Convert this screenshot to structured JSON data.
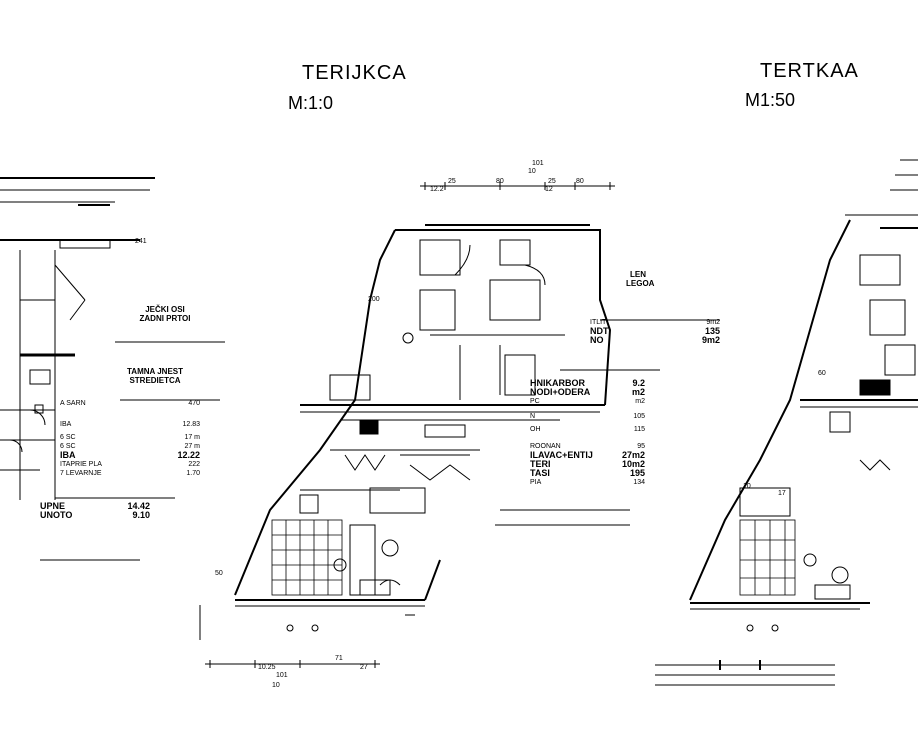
{
  "drawing": {
    "middle_title": "TERIJKCA",
    "middle_subtitle": "M:1:0",
    "right_title": "TERTKAA",
    "right_subtitle": "M1:50"
  },
  "left_table": {
    "heading1": "JEČKI OSI",
    "heading2": "ZADNI PRTOI",
    "heading3": "TAMNA JNEST",
    "heading4": "STREDIETCA",
    "rows": [
      {
        "label": "A  SARN",
        "value": "470"
      },
      {
        "label": "IBA",
        "value": "12.83"
      },
      {
        "label": "6  SC",
        "value": "17 m"
      },
      {
        "label": "6  SC",
        "value": "27 m"
      },
      {
        "label": "IBA",
        "value": "12.22"
      },
      {
        "label": "ITAPRIE PLA",
        "value": "222"
      },
      {
        "label": "7  LEVARNJE",
        "value": "1.70"
      }
    ],
    "total1_label": "UPNE",
    "total1_value": "14.42",
    "total2_label": "UNOTO",
    "total2_value": "9.10"
  },
  "right_table": {
    "heading1": "LEN",
    "heading2": "LEGOA",
    "rows": [
      {
        "label": "ITLIT",
        "value": "9m2"
      },
      {
        "label": "NDT",
        "value": "135"
      },
      {
        "label": "NO",
        "value": "9m2"
      },
      {
        "label": "HNIKARBOR",
        "value": "9.2"
      },
      {
        "label": "NODI+ODERA",
        "value": "m2"
      },
      {
        "label": "PC",
        "value": "m2"
      },
      {
        "label": "N",
        "value": "105"
      },
      {
        "label": "OH",
        "value": "115"
      },
      {
        "label": "ROONAN",
        "value": "95"
      },
      {
        "label": "ILAVAC+ENTIJ",
        "value": "27m2"
      },
      {
        "label": "TERI",
        "value": "10m2"
      },
      {
        "label": "TASI",
        "value": "195"
      },
      {
        "label": "PIA",
        "value": "134"
      }
    ]
  },
  "dims": {
    "top_overall": "101",
    "top_a": "10",
    "top_b": "12.2",
    "top_c": "25",
    "top_d": "80",
    "top_e": "25",
    "top_f": "80",
    "top_g": "12",
    "bottom_overall": "101",
    "bottom_a": "10",
    "bottom_b": "10.25",
    "bottom_c": "71",
    "bottom_d": "27",
    "left_a": "241",
    "left_b": "200",
    "left_c": "50",
    "right_a": "10",
    "right_b": "17",
    "right_c": "60"
  }
}
